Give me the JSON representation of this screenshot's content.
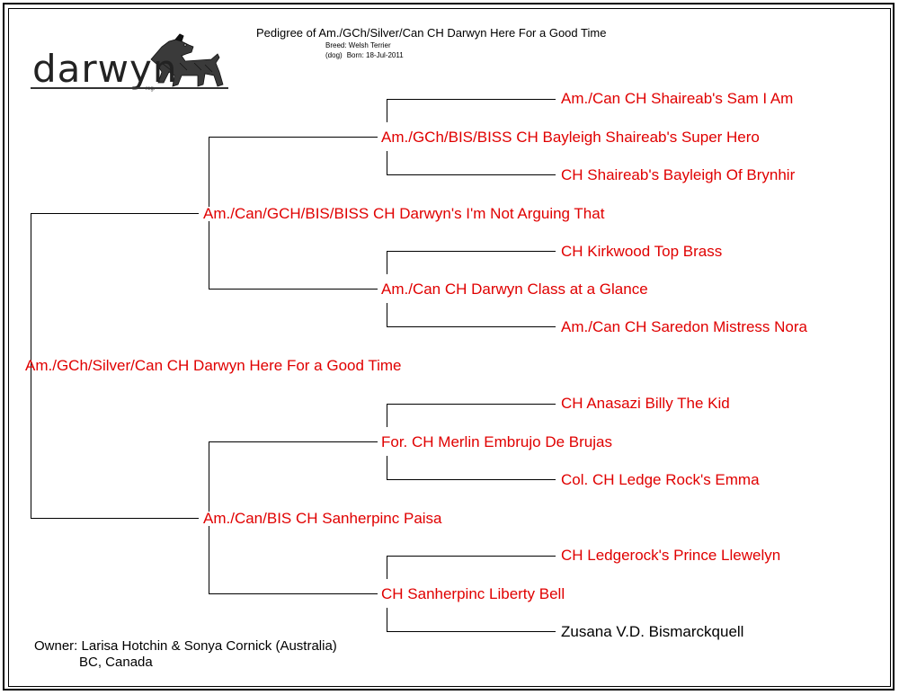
{
  "header": {
    "title": "Pedigree of Am./GCh/Silver/Can CH Darwyn Here For a Good Time",
    "breed": "Breed: Welsh Terrier",
    "sex": "(dog)",
    "born": "Born: 18-Jul-2011"
  },
  "logo": {
    "text": "darwyn",
    "reg": "reg."
  },
  "pedigree": {
    "subject": "Am./GCh/Silver/Can CH Darwyn Here For a Good Time",
    "sire": "Am./Can/GCH/BIS/BISS CH Darwyn's I'm Not Arguing That",
    "dam": "Am./Can/BIS CH Sanherpinc Paisa",
    "sire_sire": "Am./GCh/BIS/BISS CH Bayleigh Shaireab's Super Hero",
    "sire_dam": "Am./Can CH Darwyn Class at a Glance",
    "dam_sire": "For. CH Merlin Embrujo De Brujas",
    "dam_dam": "CH Sanherpinc Liberty Bell",
    "sire_sire_sire": "Am./Can CH Shaireab's Sam I Am",
    "sire_sire_dam": "CH Shaireab's Bayleigh Of Brynhir",
    "sire_dam_sire": "CH Kirkwood Top Brass",
    "sire_dam_dam": "Am./Can CH Saredon Mistress Nora",
    "dam_sire_sire": "CH Anasazi Billy The Kid",
    "dam_sire_dam": "Col. CH Ledge Rock's Emma",
    "dam_dam_sire": "CH Ledgerock's Prince Llewelyn",
    "dam_dam_dam": "Zusana V.D. Bismarckquell"
  },
  "owner": {
    "line1": "Owner: Larisa Hotchin & Sonya Cornick (Australia)",
    "line2": "BC, Canada"
  },
  "colors": {
    "titled": "#e00000",
    "untitled": "#000000"
  }
}
